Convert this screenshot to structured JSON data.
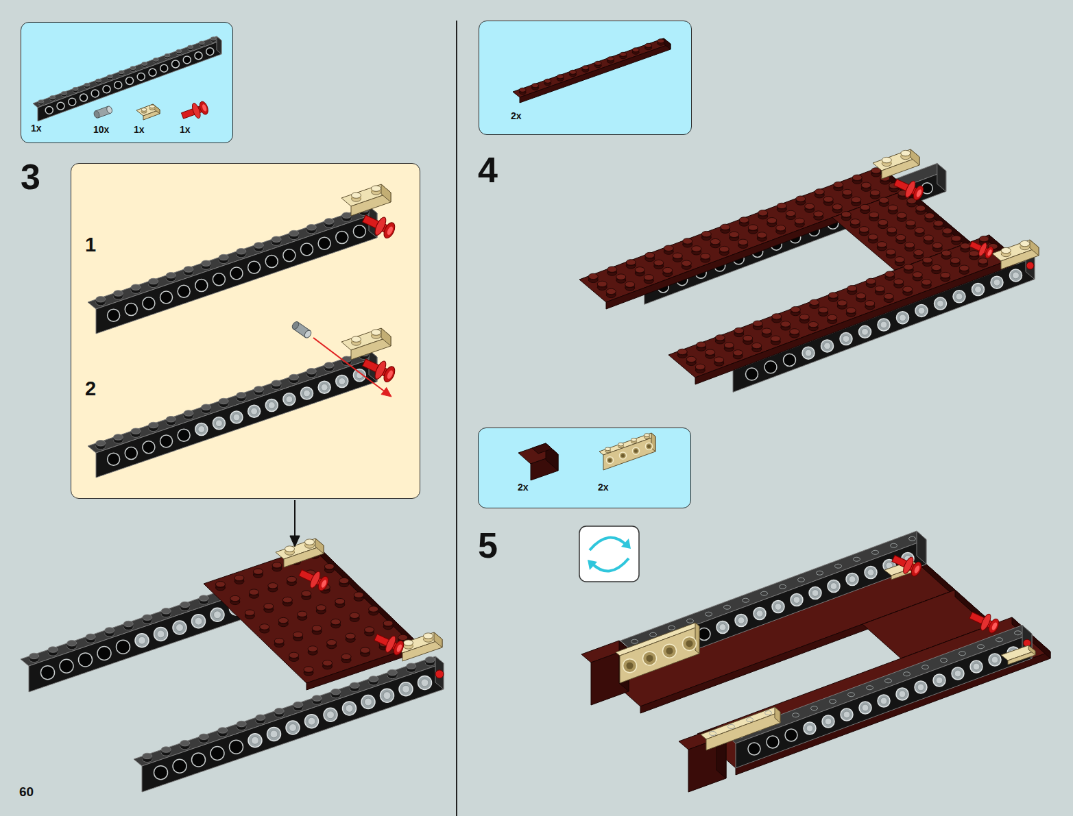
{
  "diagram": {
    "nodes": [
      {
        "text": [
          "1x",
          "10x",
          "1x",
          "1x"
        ]
      },
      {
        "text": [
          "1",
          "2"
        ]
      },
      {
        "text": [
          "2x"
        ]
      },
      {
        "text": [
          "2x",
          "2x"
        ]
      }
    ],
    "labels": [
      "3",
      "4",
      "5",
      "60"
    ]
  }
}
